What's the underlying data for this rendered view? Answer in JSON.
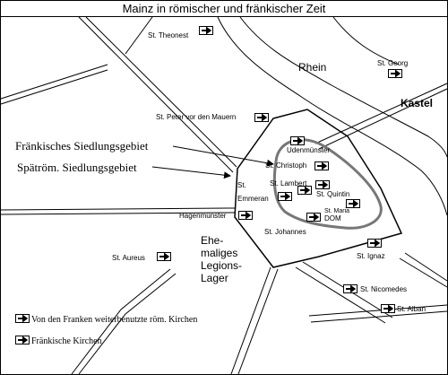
{
  "title": "Mainz in römischer und fränkischer Zeit",
  "places": {
    "rhein": "Rhein",
    "kastel": "Kastel",
    "lager": [
      "Ehe-",
      "maliges",
      "Legions-",
      "Lager"
    ]
  },
  "annotations": {
    "frankish_area": "Fränkisches Siedlungsgebiet",
    "late_roman_area": "Spätröm. Siedlungsgebiet"
  },
  "churches": [
    {
      "name": "St. Theonest"
    },
    {
      "name": "St. Georg"
    },
    {
      "name": "St. Peter vor den Mauern"
    },
    {
      "name": "Udenmünster"
    },
    {
      "name": "St. Christoph"
    },
    {
      "name": "St. Lambert"
    },
    {
      "name": "St. Emmeran"
    },
    {
      "name": "St. Quintin"
    },
    {
      "name": "St. Maria"
    },
    {
      "name": "DOM"
    },
    {
      "name": "Hagenmünster"
    },
    {
      "name": "St. Johannes"
    },
    {
      "name": "St. Aureus"
    },
    {
      "name": "St. Ignaz"
    },
    {
      "name": "St. Nicomedes"
    },
    {
      "name": "St. Alban"
    }
  ],
  "legend": {
    "roman_churches": "Von den Franken weiterbenutzte röm. Kirchen",
    "frankish_churches": "Fränkische Kirchen"
  },
  "colors": {
    "ink": "#000000",
    "paper": "#ffffff"
  },
  "icons": {
    "church_marker": "arrow-right-box-icon"
  }
}
